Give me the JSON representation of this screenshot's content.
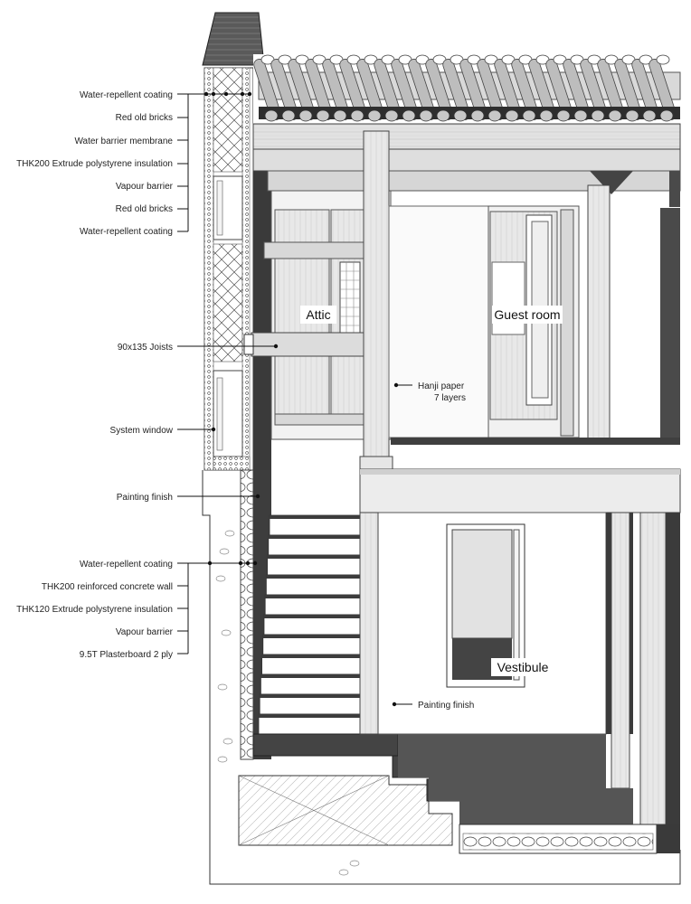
{
  "left_callouts_upper": [
    "Water-repellent coating",
    "Red old bricks",
    "Water barrier membrane",
    "THK200 Extrude polystyrene insulation",
    "Vapour barrier",
    "Red old bricks",
    "Water-repellent coating"
  ],
  "joists_label": "90x135 Joists",
  "system_window_label": "System window",
  "painting_finish_left": "Painting finish",
  "left_callouts_lower": [
    "Water-repellent coating",
    "THK200 reinforced concrete wall",
    "THK120 Extrude polystyrene insulation",
    "Vapour barrier",
    "9.5T Plasterboard 2 ply"
  ],
  "rooms": {
    "attic": "Attic",
    "guest_room": "Guest room",
    "vestibule": "Vestibule"
  },
  "hanji_label": [
    "Hanji paper",
    "7 layers"
  ],
  "painting_finish_center": "Painting finish",
  "colors": {
    "wall_dark": "#3d3d3d",
    "wood_light": "#e4e4e4",
    "wood_mid": "#cfcfcf",
    "roof_tile": "#555555",
    "floor_dark": "#4a4a4a"
  }
}
